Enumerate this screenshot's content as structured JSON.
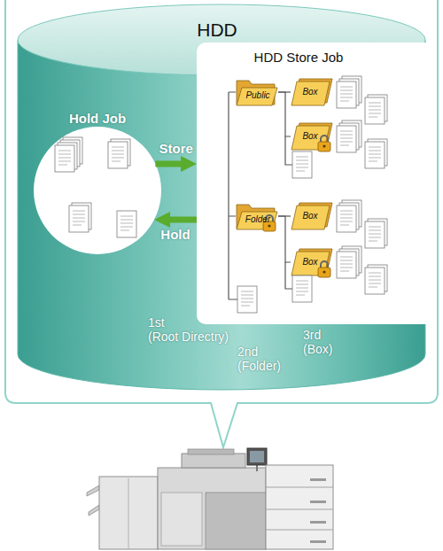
{
  "diagram": {
    "nodes": [
      {
        "text": [
          "HDD"
        ]
      },
      {
        "text": [
          "HDD Store Job"
        ],
        "in": 0
      },
      {
        "text": [
          "Hold Job"
        ],
        "in": 0
      },
      {
        "text": [
          "Public"
        ],
        "in": 1
      },
      {
        "text": [
          "Box"
        ],
        "in": 1
      },
      {
        "text": [
          "Box"
        ],
        "in": 1
      },
      {
        "text": [
          "Folder"
        ],
        "in": 1
      },
      {
        "text": [
          "Box"
        ],
        "in": 1
      },
      {
        "text": [
          "Box"
        ],
        "in": 1
      }
    ],
    "edges": [
      {
        "from": 2,
        "to": 1,
        "arrow": "to",
        "label": "Store"
      },
      {
        "from": 1,
        "to": 2,
        "arrow": "to",
        "label": "Hold"
      },
      {
        "from": 3,
        "to": 4,
        "arrow": "none"
      },
      {
        "from": 3,
        "to": 5,
        "arrow": "none"
      },
      {
        "from": 6,
        "to": 7,
        "arrow": "none"
      },
      {
        "from": 6,
        "to": 8,
        "arrow": "none"
      }
    ],
    "labels": [
      "1st (Root Directry)",
      "2nd (Folder)",
      "3rd (Box)"
    ]
  }
}
